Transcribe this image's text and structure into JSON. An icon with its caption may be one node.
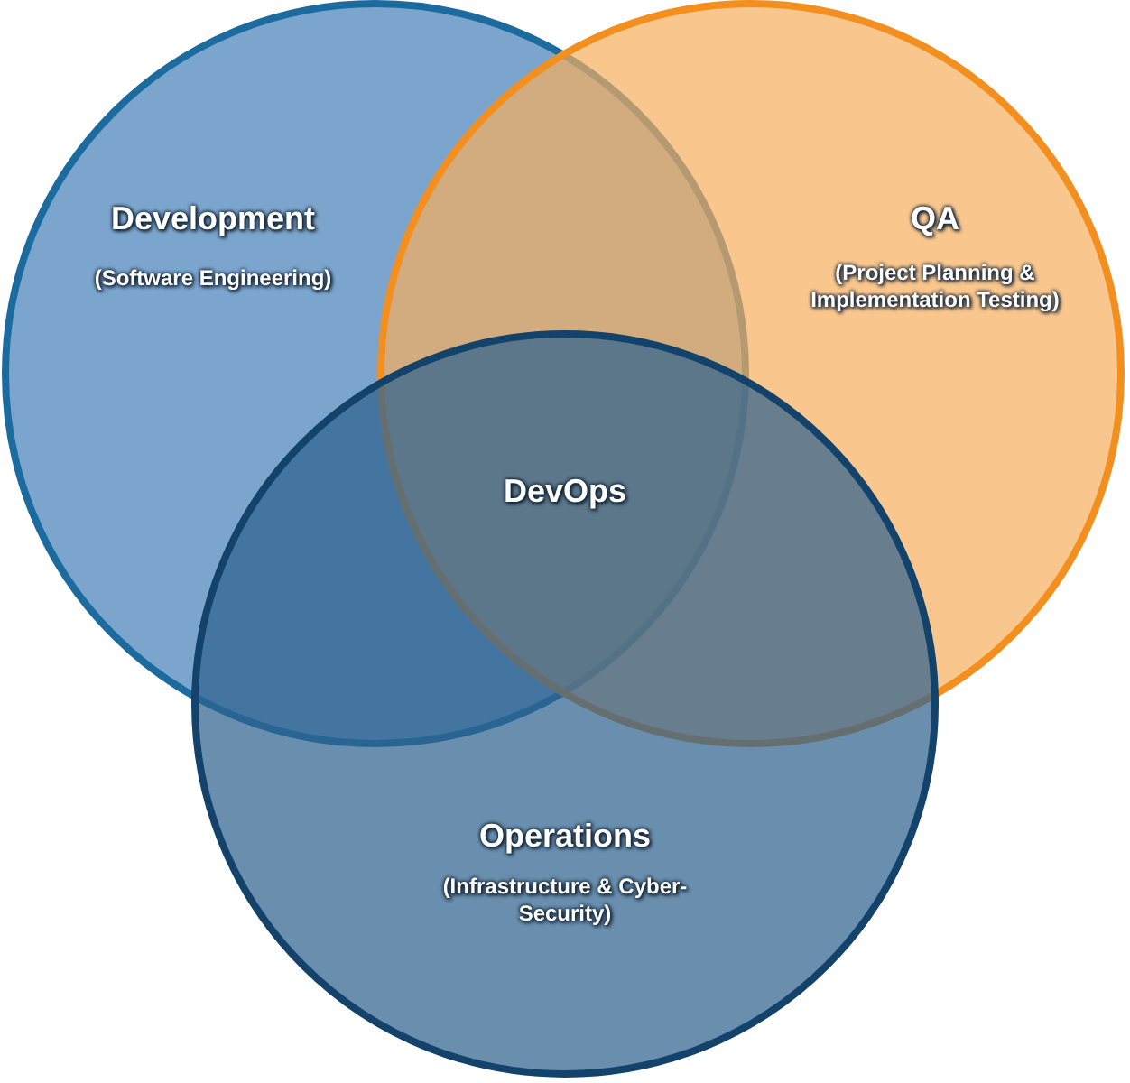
{
  "diagram": {
    "nodes": [
      {
        "text": [
          "Development",
          "(Software Engineering)"
        ]
      },
      {
        "text": [
          "QA",
          "(Project Planning & Implementation Testing)"
        ]
      },
      {
        "text": [
          "Operations",
          "(Infrastructure & Cyber-Security)"
        ]
      }
    ],
    "labels": [
      "DevOps"
    ]
  }
}
